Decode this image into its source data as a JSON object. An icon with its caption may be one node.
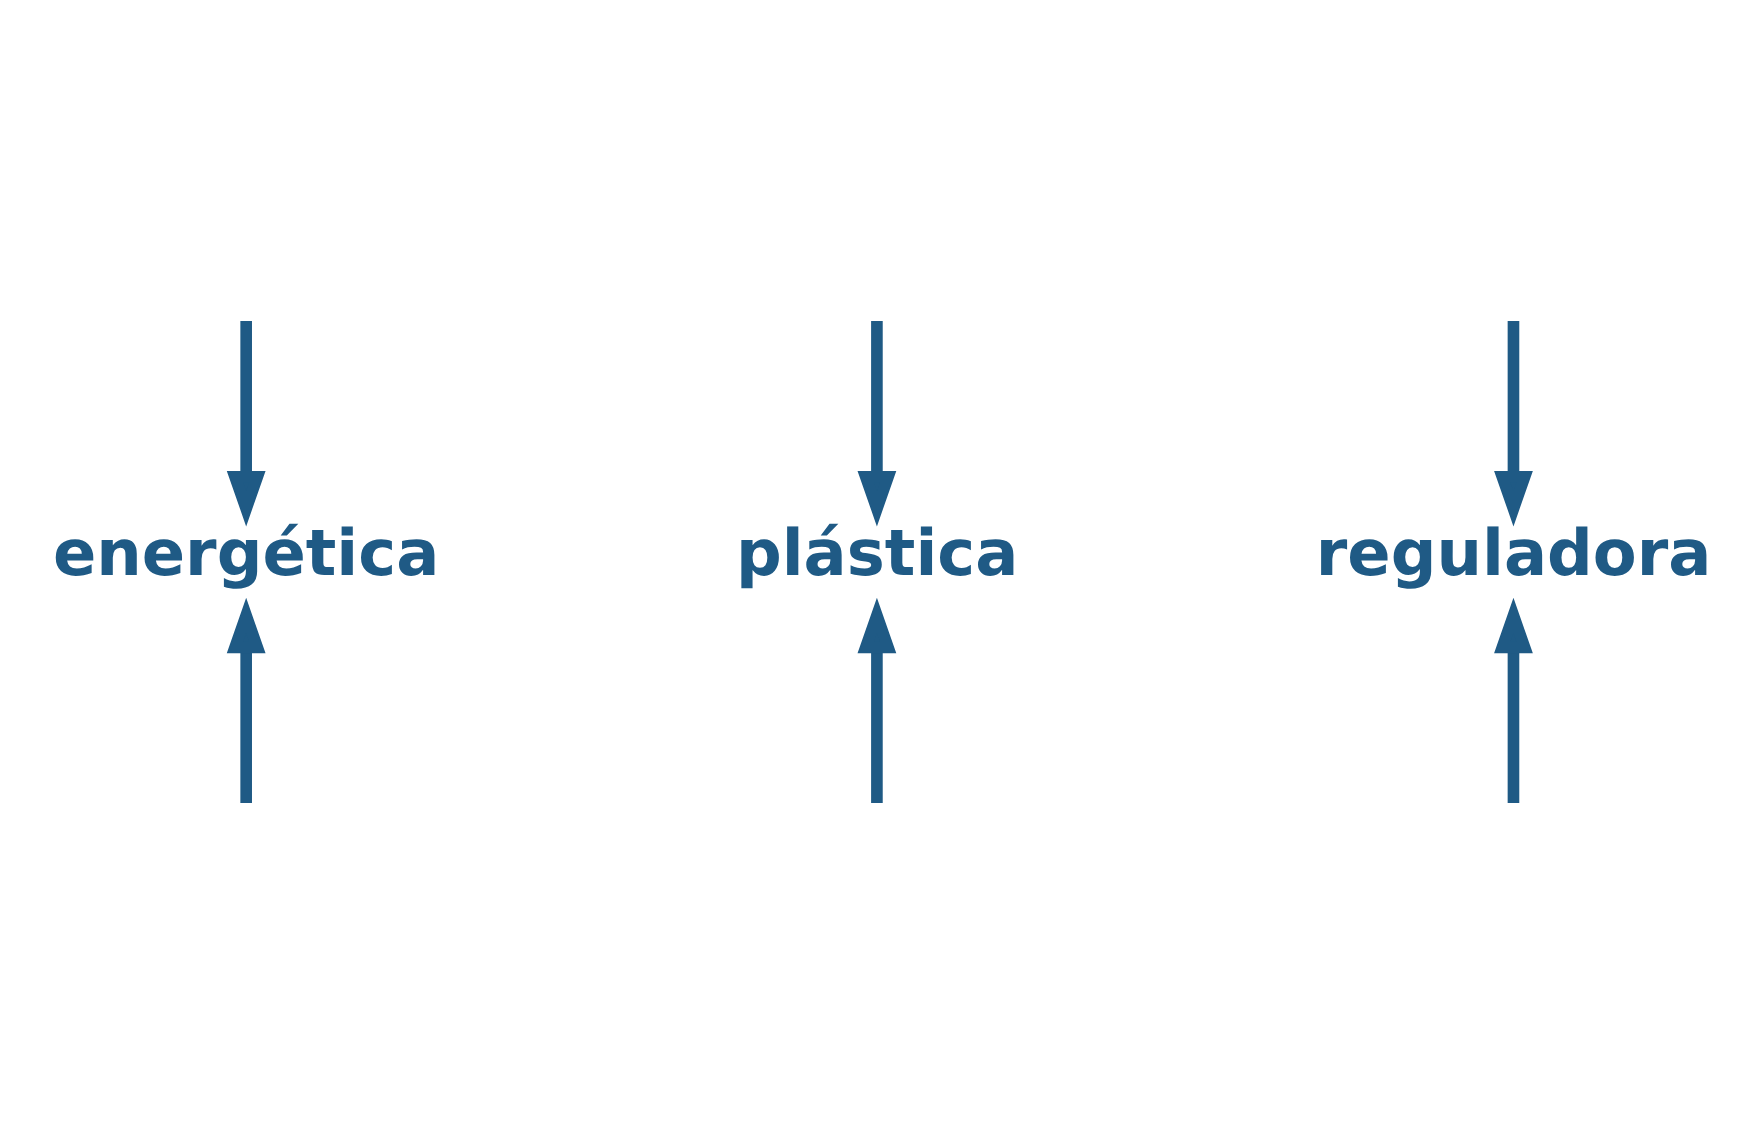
{
  "diagram": {
    "nodes": [
      {
        "text": [
          "energética"
        ]
      },
      {
        "text": [
          "plástica"
        ]
      },
      {
        "text": [
          "reguladora"
        ]
      }
    ],
    "edges": [
      {
        "from": null,
        "to": 0,
        "arrow": "to"
      },
      {
        "from": null,
        "to": 1,
        "arrow": "to"
      },
      {
        "from": null,
        "to": 2,
        "arrow": "to"
      },
      {
        "from": null,
        "to": 0,
        "arrow": "to"
      },
      {
        "from": null,
        "to": 1,
        "arrow": "to"
      },
      {
        "from": null,
        "to": 2,
        "arrow": "to"
      }
    ]
  }
}
